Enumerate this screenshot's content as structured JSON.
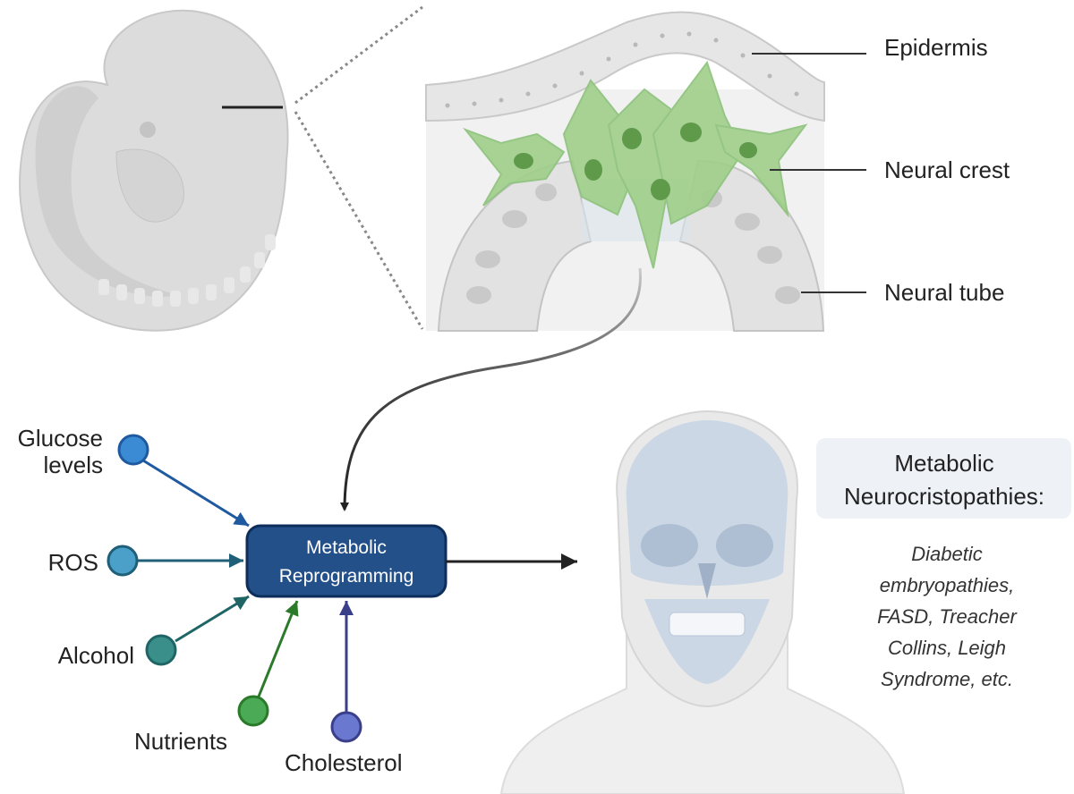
{
  "tissue_labels": {
    "epidermis": "Epidermis",
    "neural_crest": "Neural crest",
    "neural_tube": "Neural tube"
  },
  "central_node": {
    "line1": "Metabolic",
    "line2": "Reprogramming",
    "color": "#24508a"
  },
  "factors": [
    {
      "label_line1": "Glucose",
      "label_line2": "levels",
      "color": "#3a8ad4"
    },
    {
      "label_line1": "ROS",
      "color": "#4aa0c8"
    },
    {
      "label_line1": "Alcohol",
      "color": "#3a8f8a"
    },
    {
      "label_line1": "Nutrients",
      "color": "#4aaa55"
    },
    {
      "label_line1": "Cholesterol",
      "color": "#6a78d0"
    }
  ],
  "outcome": {
    "title_line1": "Metabolic",
    "title_line2": "Neurocristopathies:",
    "examples": [
      "Diabetic",
      "embryopathies,",
      "FASD, Treacher",
      "Collins, Leigh",
      "Syndrome, etc."
    ]
  }
}
